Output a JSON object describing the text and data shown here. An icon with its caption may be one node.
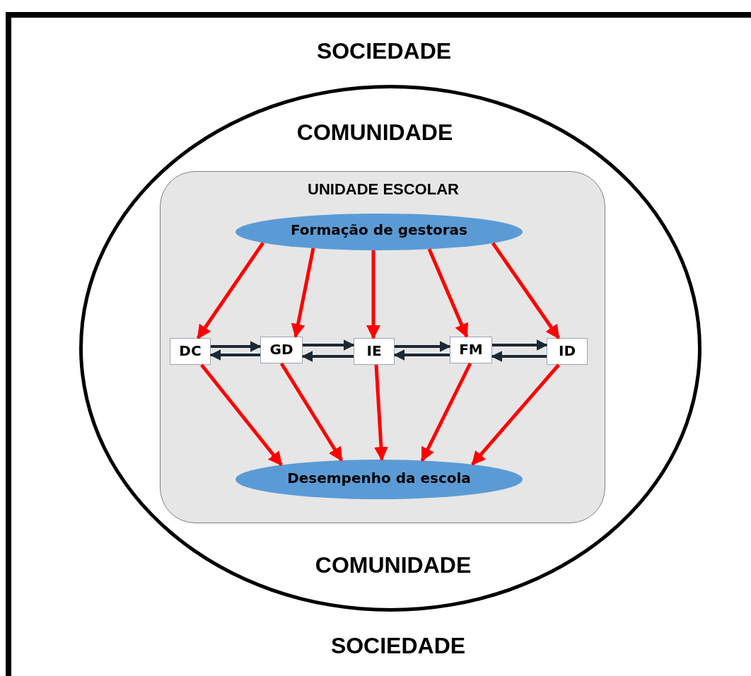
{
  "diagram": {
    "nodes": [
      {
        "text": [
          "SOCIEDADE",
          "SOCIEDADE"
        ]
      },
      {
        "text": [
          "COMUNIDADE",
          "COMUNIDADE"
        ],
        "in": 0
      },
      {
        "text": [
          "UNIDADE ESCOLAR"
        ],
        "in": 1
      },
      {
        "text": [
          "Formação de gestoras"
        ],
        "in": 2
      },
      {
        "text": [
          "DC"
        ],
        "in": 2
      },
      {
        "text": [
          "GD"
        ],
        "in": 2
      },
      {
        "text": [
          "IE"
        ],
        "in": 2
      },
      {
        "text": [
          "FM"
        ],
        "in": 2
      },
      {
        "text": [
          "ID"
        ],
        "in": 2
      },
      {
        "text": [
          "Desempenho da escola"
        ],
        "in": 2
      }
    ],
    "edges": [
      {
        "from": 3,
        "to": 4,
        "arrow": "to"
      },
      {
        "from": 3,
        "to": 5,
        "arrow": "to"
      },
      {
        "from": 3,
        "to": 6,
        "arrow": "to"
      },
      {
        "from": 3,
        "to": 7,
        "arrow": "to"
      },
      {
        "from": 3,
        "to": 8,
        "arrow": "to"
      },
      {
        "from": 4,
        "to": 5,
        "arrow": "to",
        "color": "#1c2833"
      },
      {
        "from": 5,
        "to": 4,
        "arrow": "to",
        "color": "#1c2833"
      },
      {
        "from": 5,
        "to": 6,
        "arrow": "to",
        "color": "#1c2833"
      },
      {
        "from": 6,
        "to": 5,
        "arrow": "to",
        "color": "#1c2833"
      },
      {
        "from": 6,
        "to": 7,
        "arrow": "to",
        "color": "#1c2833"
      },
      {
        "from": 7,
        "to": 6,
        "arrow": "to",
        "color": "#1c2833"
      },
      {
        "from": 7,
        "to": 8,
        "arrow": "to",
        "color": "#1c2833"
      },
      {
        "from": 8,
        "to": 7,
        "arrow": "to",
        "color": "#1c2833"
      },
      {
        "from": 4,
        "to": 9,
        "arrow": "to"
      },
      {
        "from": 5,
        "to": 9,
        "arrow": "to"
      },
      {
        "from": 6,
        "to": 9,
        "arrow": "to"
      },
      {
        "from": 7,
        "to": 9,
        "arrow": "to"
      },
      {
        "from": 8,
        "to": 9,
        "arrow": "to"
      }
    ]
  }
}
